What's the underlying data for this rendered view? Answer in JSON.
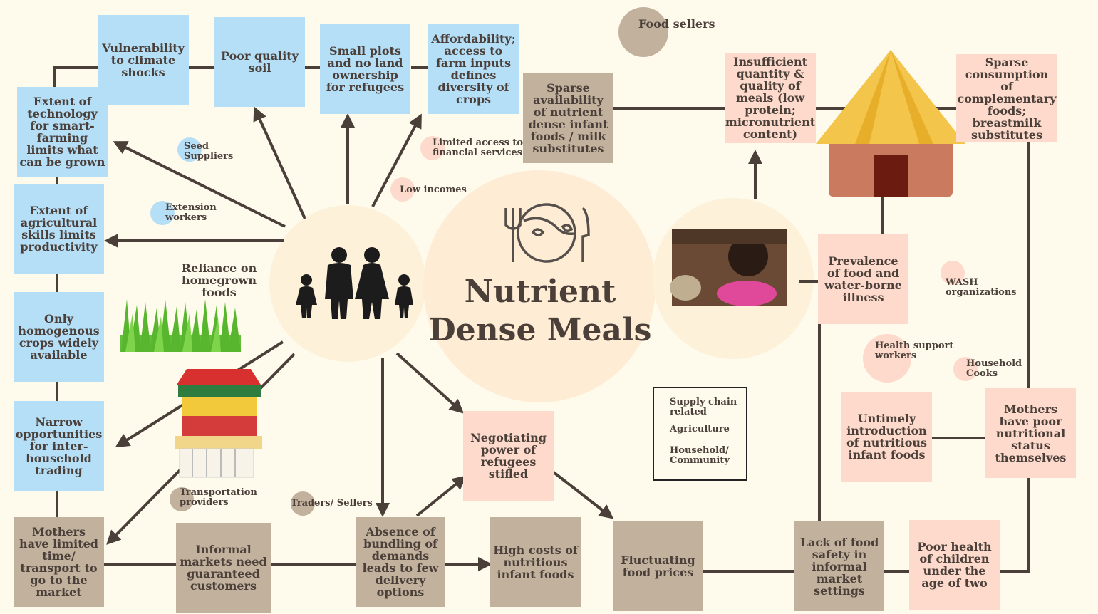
{
  "title": "Nutrient Dense Meals",
  "nodes": {
    "vulnerability": "Vulnerability to climate shocks",
    "poor_soil": "Poor quality soil",
    "small_plots": "Small plots and no land ownership for refugees",
    "affordability": "Affordability; access to farm inputs defines diversity of crops",
    "sparse_availability": "Sparse availability of nutrient dense infant foods / milk substitutes",
    "insufficient_quantity": "Insufficient quantity & quality of meals (low protein; micronutrient content)",
    "sparse_consumption": "Sparse consumption of complementary foods; breastmilk substitutes",
    "technology": "Extent of technology for smart-farming limits what can be grown",
    "agri_skills": "Extent of agricultural skills limits productivity",
    "homogenous": "Only homogenous crops widely available",
    "narrow_trading": "Narrow opportunities for inter-household trading",
    "mothers_time": "Mothers have limited time/ transport to go to the market",
    "informal_markets": "Informal markets need guaranteed customers",
    "absence_bundling": "Absence of bundling of demands leads to few delivery options",
    "high_costs": "High costs of nutritious infant foods",
    "negotiating": "Negotiating power of refugees stifled",
    "fluctuating": "Fluctuating food prices",
    "lack_safety": "Lack of food safety in informal market settings",
    "poor_health": "Poor health of children under the age of two",
    "prevalence": "Prevalence of food and water-borne illness",
    "untimely": "Untimely introduction of nutritious infant foods",
    "mothers_poor": "Mothers have poor nutritional status themselves",
    "reliance": "Reliance on homegrown foods"
  },
  "actors": {
    "food_sellers": "Food sellers",
    "seed_suppliers": "Seed Suppliers",
    "extension_workers": "Extension workers",
    "limited_access": "Limited access to financial services",
    "low_incomes": "Low incomes",
    "wash": "WASH organizations",
    "health_support": "Health support workers",
    "household_cooks": "Household Cooks",
    "transport": "Transportation providers",
    "traders": "Traders/ Sellers"
  },
  "legend": {
    "supply": "Supply chain related",
    "agriculture": "Agriculture",
    "household": "Household/ Community"
  },
  "colors": {
    "agriculture": "#b5def7",
    "supply": "#c2b19c",
    "household": "#fddacb",
    "line": "#4a3f39",
    "background": "#fefbed"
  },
  "icons": [
    "family-icon",
    "plate-cutlery-icon",
    "grass-image",
    "market-stall-image",
    "hut-image",
    "child-photo"
  ]
}
